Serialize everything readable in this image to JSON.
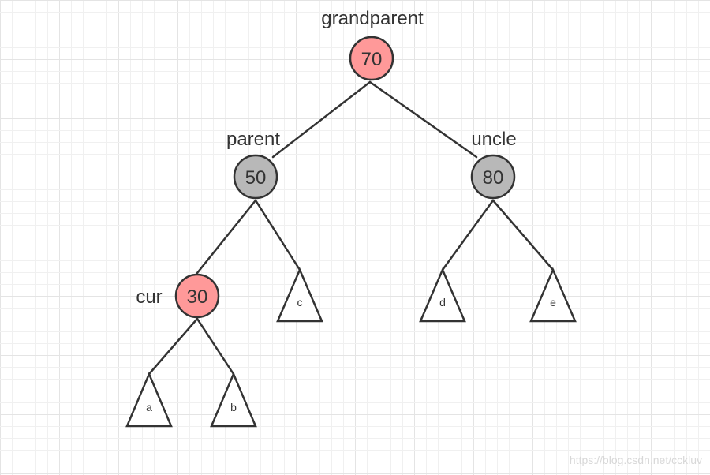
{
  "colors": {
    "red_node": "#ff9999",
    "black_node": "#b8b8b8",
    "line": "#333333",
    "grid_minor": "#f0f0f0",
    "grid_major": "#e4e4e4"
  },
  "tree": {
    "grandparent": {
      "value": "70",
      "role": "grandparent",
      "color": "red"
    },
    "parent": {
      "value": "50",
      "role": "parent",
      "color": "black"
    },
    "uncle": {
      "value": "80",
      "role": "uncle",
      "color": "black"
    },
    "cur": {
      "value": "30",
      "role": "cur",
      "color": "red"
    }
  },
  "subtrees": {
    "a": "a",
    "b": "b",
    "c": "c",
    "d": "d",
    "e": "e"
  },
  "watermark": "https://blog.csdn.net/cckluv"
}
